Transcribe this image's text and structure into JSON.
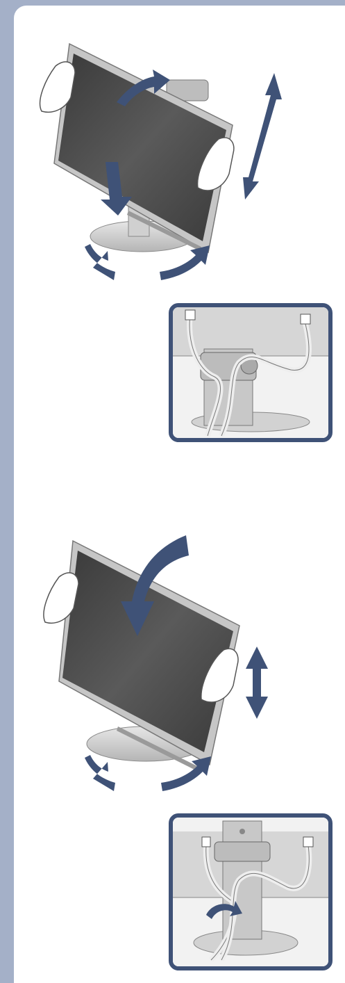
{
  "page": {
    "background_color": "#a4b0c8",
    "panel_color": "#ffffff",
    "arrow_color": "#3f5277",
    "screen_color": "#4a4a4a",
    "frame_color": "#b8b8b8"
  },
  "figures": [
    {
      "id": "monitor-adjust-1",
      "icons": [
        "tilt-up-arrow-icon",
        "tilt-down-arrow-icon",
        "height-adjust-arrow-icon",
        "swivel-left-arrow-icon",
        "swivel-right-arrow-icon"
      ]
    },
    {
      "id": "cable-holder-1",
      "icons": [
        "cable-icon",
        "connector-icon"
      ]
    },
    {
      "id": "monitor-adjust-2",
      "icons": [
        "tilt-arc-arrow-icon",
        "height-adjust-arrow-icon",
        "swivel-left-arrow-icon",
        "swivel-right-arrow-icon"
      ]
    },
    {
      "id": "cable-holder-2",
      "icons": [
        "cable-icon",
        "connector-icon",
        "rotate-arrow-icon"
      ]
    }
  ]
}
